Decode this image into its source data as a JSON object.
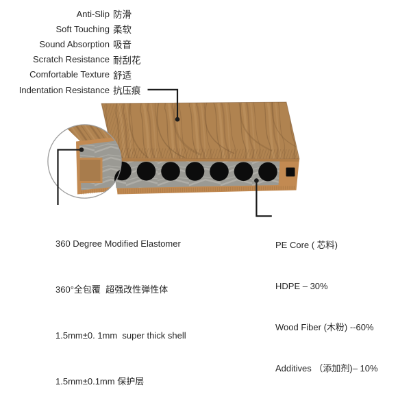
{
  "diagram_title": "WPC co-extrusion hollow decking board cross-section diagram",
  "features": [
    {
      "en": "Anti-Slip",
      "zh": "防滑"
    },
    {
      "en": "Soft Touching",
      "zh": "柔软"
    },
    {
      "en": "Sound Absorption",
      "zh": "吸音"
    },
    {
      "en": "Scratch Resistance",
      "zh": "耐刮花"
    },
    {
      "en": "Comfortable Texture",
      "zh": "舒适"
    },
    {
      "en": "Indentation Resistance",
      "zh": "抗压痕"
    }
  ],
  "shell_note": {
    "line1": "360 Degree Modified Elastomer",
    "line2": "360°全包覆  超强改性弹性体",
    "line3": "1.5mm±0. 1mm  super thick shell",
    "line4": "1.5mm±0.1mm 保护层"
  },
  "core_note": {
    "line1": "PE Core ( 芯料)",
    "line2": "HDPE – 30%",
    "line3": "Wood Fiber (木粉) --60%",
    "line4": "Additives （添加剂)– 10%"
  },
  "board": {
    "hole_count": 7,
    "parts": [
      "wood-grain top surface",
      "gray PE core with round hollow chambers",
      "tan elastomer shell",
      "side fastening groove",
      "magnified edge cross-section"
    ]
  },
  "colors": {
    "background": "#ffffff",
    "text": "#262626",
    "line": "#1a1a1a",
    "wood": "#b08350",
    "wood_dark": "#7b5835",
    "wood_light": "#c9a06d",
    "shell": "#c28a52",
    "shell_dark": "#9c6f3e",
    "core": "#9b9a94",
    "core_light": "#c9c8c1",
    "hole": "#0c0c0c",
    "notch_brown": "#a87c4c",
    "magnifier_ring": "#9c9c9c"
  }
}
